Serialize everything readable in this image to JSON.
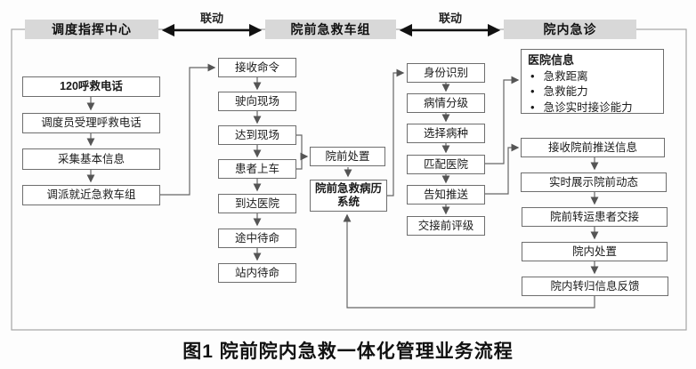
{
  "headers": {
    "dispatch": "调度指挥中心",
    "ambulance": "院前急救车组",
    "er": "院内急诊"
  },
  "linkage": {
    "left": "联动",
    "right": "联动"
  },
  "dispatch_steps": [
    "120呼救电话",
    "调度员受理呼救电话",
    "采集基本信息",
    "调派就近急救车组"
  ],
  "ambulance_steps": [
    "接收命令",
    "驶向现场",
    "达到现场",
    "患者上车",
    "到达医院",
    "途中待命",
    "站内待命"
  ],
  "prehospital": {
    "treatment": "院前处置",
    "record_system": "院前急救病历系统"
  },
  "triage_steps": [
    "身份识别",
    "病情分级",
    "选择病种",
    "匹配医院",
    "告知推送",
    "交接前评级"
  ],
  "hospital_info": {
    "title": "医院信息",
    "items": [
      "急救距离",
      "急救能力",
      "急诊实时接诊能力"
    ]
  },
  "er_steps": [
    "接收院前推送信息",
    "实时展示院前动态",
    "院前转运患者交接",
    "院内处置",
    "院内转归信息反馈"
  ],
  "caption": "图1 院前院内急救一体化管理业务流程",
  "colors": {
    "header_fill": "#d8d8d8",
    "box_border": "#6e6e6e",
    "connector": "#666666",
    "linkage_arrow": "#111111",
    "frame": "#a6a6a6"
  }
}
